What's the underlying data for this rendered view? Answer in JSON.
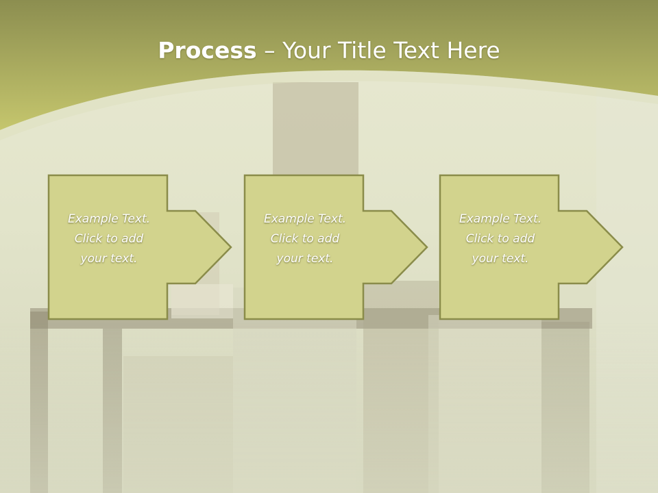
{
  "title": {
    "bold": "Process",
    "rest": " – Your Title Text Here"
  },
  "steps": [
    {
      "text": "Example Text.\nClick  to add\nyour text."
    },
    {
      "text": "Example Text.\nClick  to add\nyour text."
    },
    {
      "text": "Example Text.\nClick  to add\nyour text."
    }
  ],
  "colors": {
    "header_top": "#8c8e50",
    "header_bottom": "#c5c66d",
    "box_fill": "#d2d38d",
    "box_stroke": "#8a8c4a",
    "text": "#ffffff"
  }
}
